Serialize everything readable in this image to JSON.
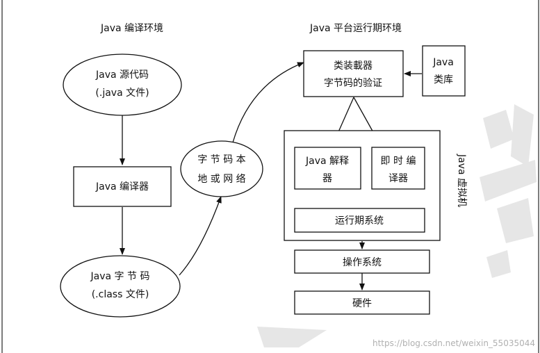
{
  "headings": {
    "left": "Java 编译环境",
    "right": "Java 平台运行期环境"
  },
  "nodes": {
    "source": [
      "Java  源代码",
      "(.java 文件)"
    ],
    "compiler": "Java 编译器",
    "bytecode": [
      "Java    字 节 码",
      "(.class 文件)"
    ],
    "network": [
      "字 节 码 本",
      "地 或 网 络"
    ],
    "loader": [
      "类装載器",
      "字节码的验证"
    ],
    "library": [
      "Java",
      "类库"
    ],
    "interpreter": [
      "Java 解释",
      "器"
    ],
    "jit": [
      "即 时 编",
      "译器"
    ],
    "runtime": "运行期系统",
    "jvm_label": "Java 虚拟机",
    "os": "操作系统",
    "hardware": "硬件"
  },
  "watermark": "https://blog.csdn.net/weixin_55035044"
}
